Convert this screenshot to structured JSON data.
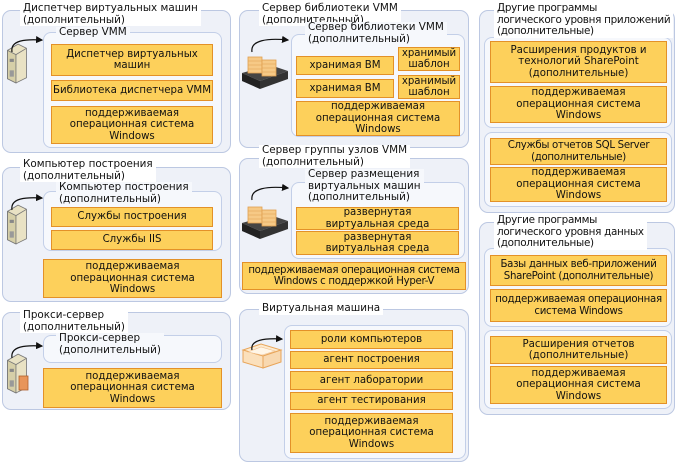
{
  "vmm_manager": {
    "title": "Диспетчер виртуальных машин\n(дополнительный)",
    "inner_title": "Сервер VMM",
    "boxes": [
      "Диспетчер виртуальных\nмашин",
      "Библиотека диспетчера VMM",
      "поддерживаемая\nоперационная система\nWindows"
    ]
  },
  "build_computer": {
    "title": "Компьютер построения\n(дополнительный)",
    "inner_title": "Компьютер построения\n(дополнительный)",
    "boxes": [
      "Службы построения",
      "Службы IIS"
    ],
    "os": "поддерживаемая\nоперационная система\nWindows"
  },
  "proxy": {
    "title": "Прокси-сервер\n(дополнительный)",
    "inner_title": "Прокси-сервер\n(дополнительный)",
    "os": "поддерживаемая\nоперационная система\nWindows"
  },
  "library": {
    "title": "Сервер библиотеки VMM\n(дополнительный)",
    "inner_title": "Сервер библиотеки VMM\n(дополнительный)",
    "stored_vm": [
      "хранимая ВМ",
      "хранимая ВМ"
    ],
    "stored_template": [
      "хранимый\nшаблон",
      "хранимый\nшаблон"
    ],
    "os": "поддерживаемая\nоперационная система\nWindows"
  },
  "host_group": {
    "title": "Сервер группы узлов VMM\n(дополнительный)",
    "inner_title": "Сервер размещения\nвиртуальных машин\n(дополнительный)",
    "boxes": [
      "развернутая\nвиртуальная среда",
      "развернутая\nвиртуальная среда"
    ],
    "os": "поддерживаемая операционная система\nWindows с поддержкой Hyper-V"
  },
  "virtual_machine": {
    "title": "Виртуальная машина",
    "boxes": [
      "роли компьютеров",
      "агент построения",
      "агент лаборатории",
      "агент тестирования",
      "поддерживаемая\nоперационная система\nWindows"
    ]
  },
  "app_tier": {
    "title": "Другие программы\nлогического уровня приложений\n(дополнительные)",
    "group1": [
      "Расширения продуктов и\nтехнологий SharePoint\n(дополнительные)",
      "поддерживаемая\nоперационная система\nWindows"
    ],
    "group2": [
      "Службы отчетов SQL Server\n(дополнительные)",
      "поддерживаемая\nоперационная система\nWindows"
    ]
  },
  "data_tier": {
    "title": "Другие программы\nлогического уровня данных\n(дополнительные)",
    "group1": [
      "Базы данных веб-приложений\nSharePoint (дополнительные)",
      "поддерживаемая операционная\nсистема Windows"
    ],
    "group2": [
      "Расширения отчетов\n(дополнительные)",
      "поддерживаемая\nоперационная система\nWindows"
    ]
  },
  "colors": {
    "panel": "#eef1f8",
    "panel_border": "#bcc8e2",
    "component": "#fdd05b",
    "component_border": "#e39128"
  }
}
